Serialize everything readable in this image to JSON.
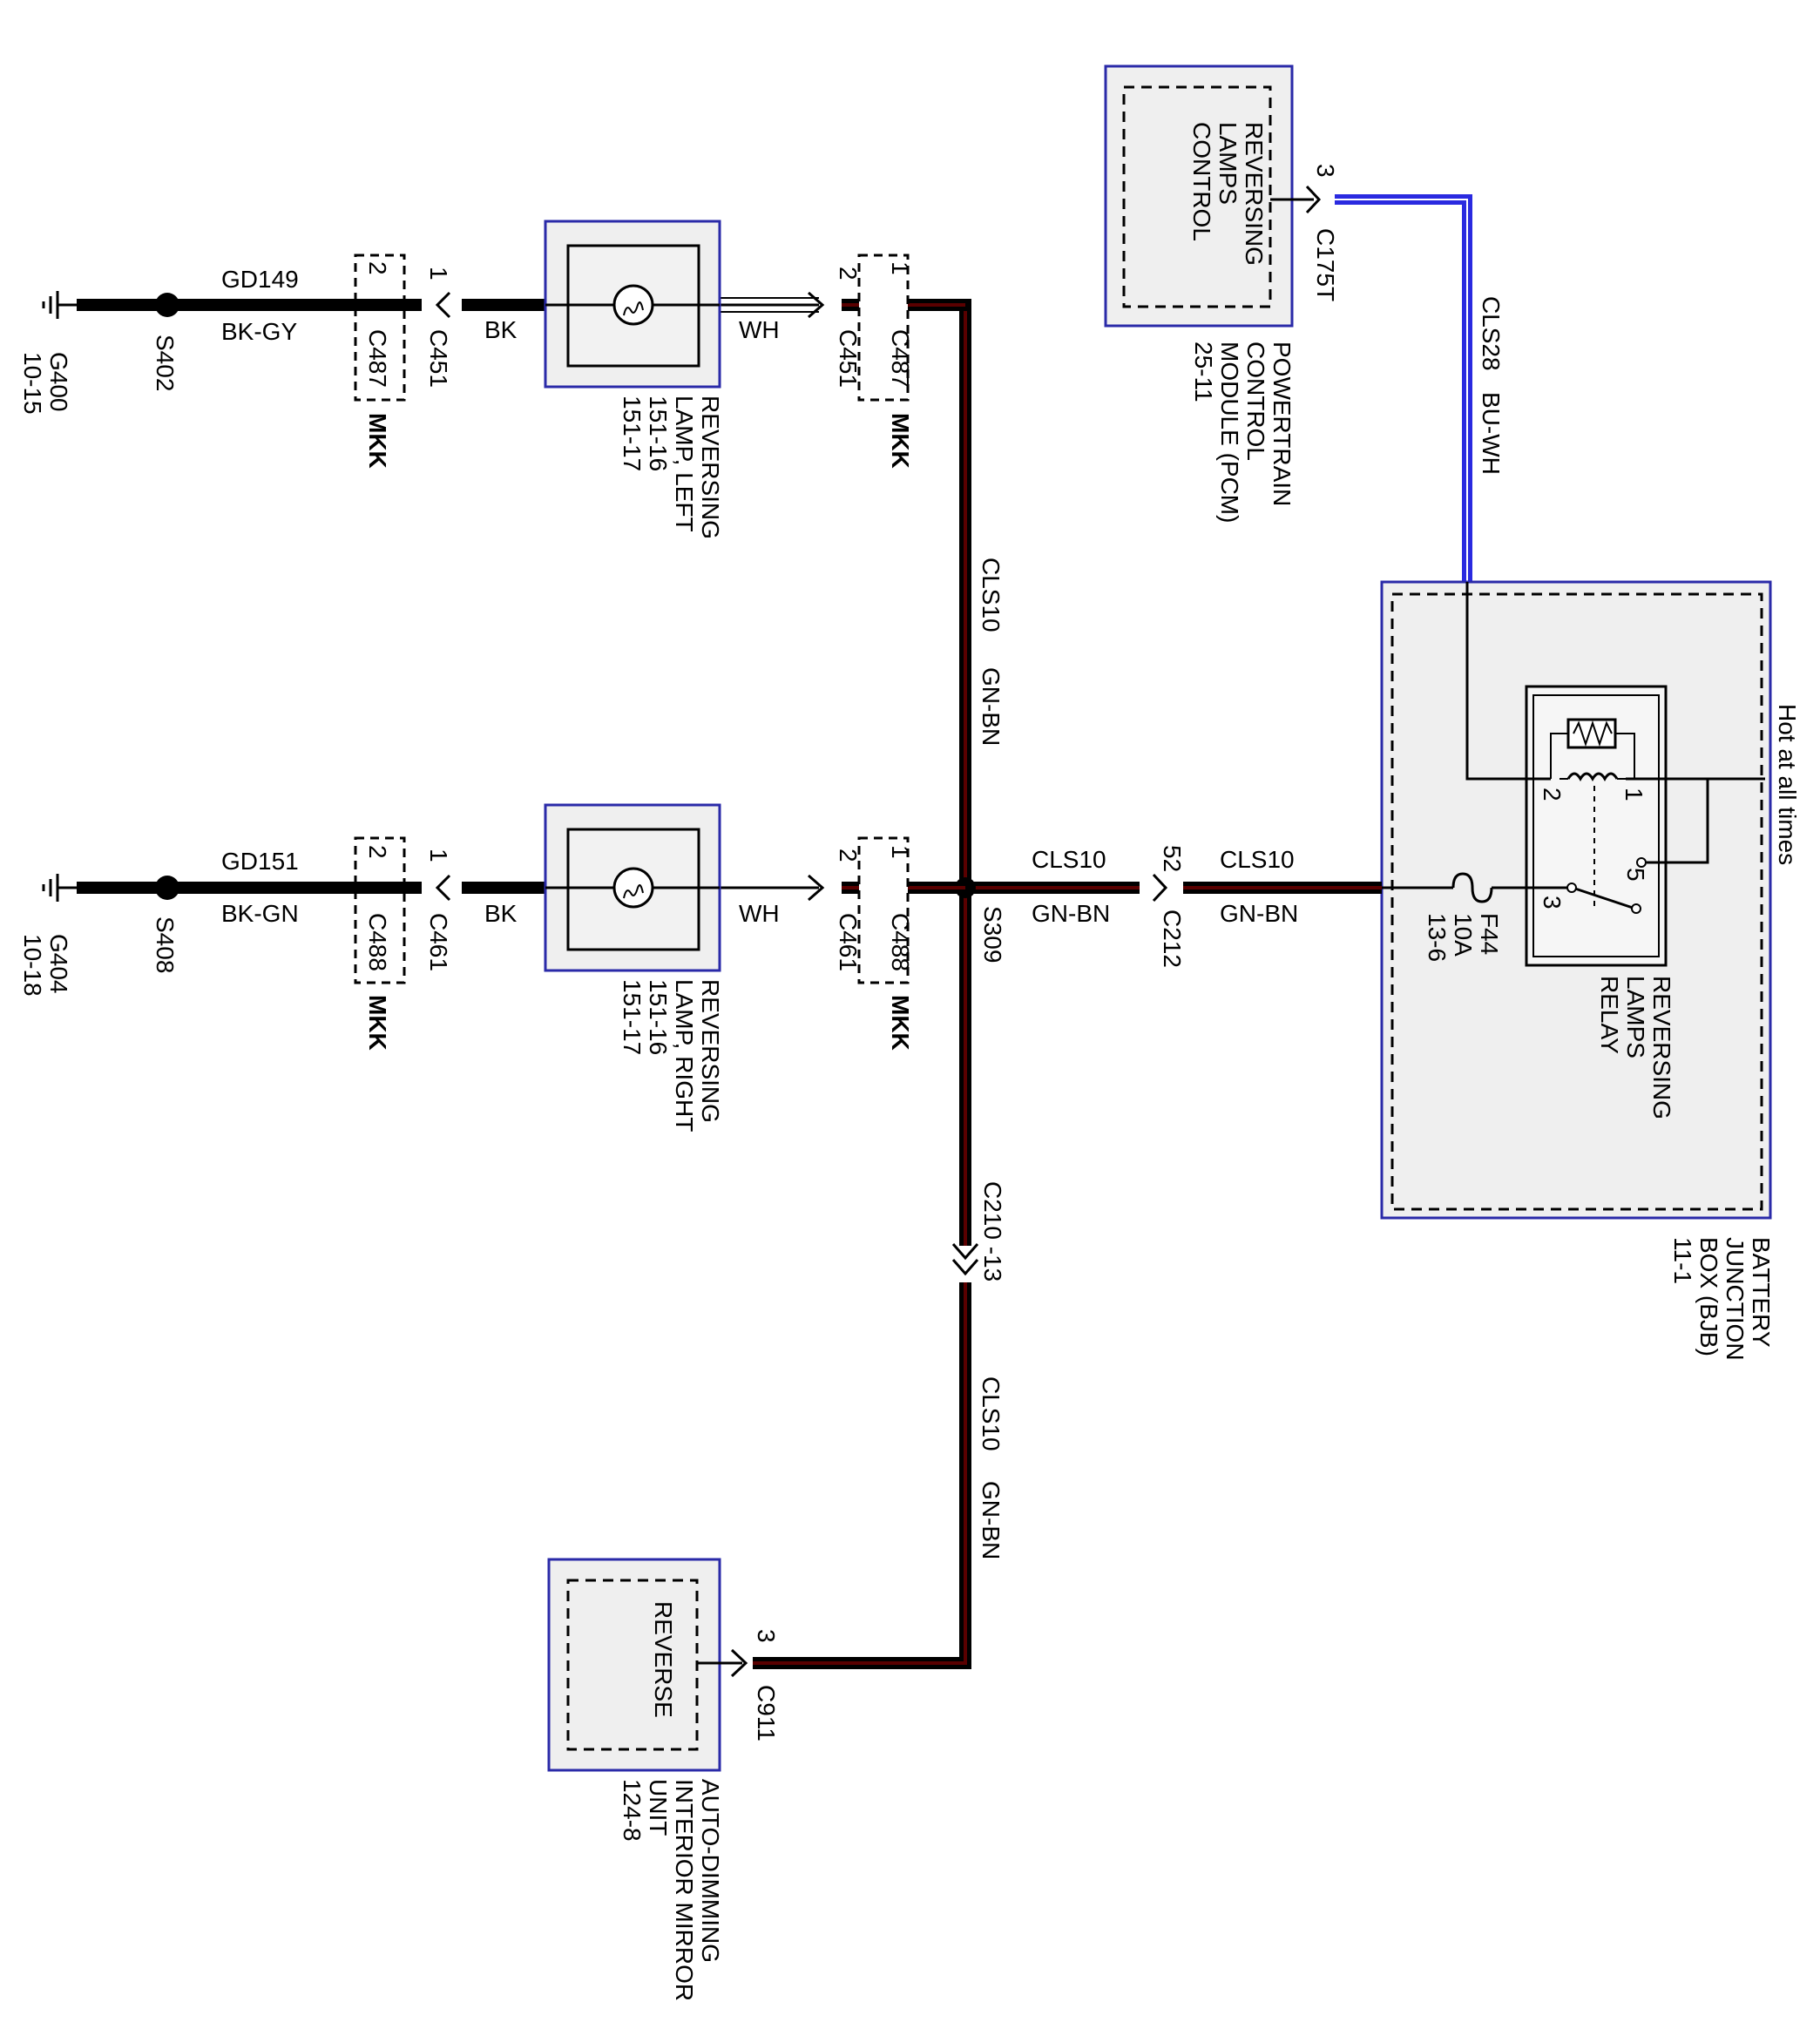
{
  "colors": {
    "blue_wire": "#2a2ae0",
    "component_border": "#2a2aa8",
    "component_fill": "#efefef",
    "wire_red_core": "#5a0000"
  },
  "pcm": {
    "title": [
      "REVERSING",
      "LAMPS",
      "CONTROL"
    ],
    "label": [
      "POWERTRAIN",
      "CONTROL",
      "MODULE (PCM)",
      "25-11"
    ],
    "pin": "3",
    "connector": "C175T"
  },
  "wire_cls28": {
    "circuit": "CLS28",
    "color": "BU-WH"
  },
  "bjb": {
    "label": [
      "BATTERY",
      "JUNCTION",
      "BOX (BJB)",
      "11-1"
    ],
    "hot_label": "Hot at all times",
    "relay_label": [
      "REVERSING",
      "LAMPS",
      "RELAY"
    ],
    "relay_pins": [
      "1",
      "2",
      "5",
      "3"
    ],
    "fuse": [
      "F44",
      "10A",
      "13-6"
    ]
  },
  "c212": {
    "pin": "52",
    "connector": "C212"
  },
  "wire_bjb_c212": {
    "circuit": "CLS10",
    "color": "GN-BN"
  },
  "wire_c212_s309": {
    "circuit": "CLS10",
    "color": "GN-BN"
  },
  "splice_s309": "S309",
  "wire_up": {
    "circuit": "CLS10",
    "color": "GN-BN"
  },
  "wire_down": {
    "circuit": "CLS10",
    "color": "GN-BN"
  },
  "c210": "C210 -13",
  "lamp_left": {
    "label": [
      "REVERSING",
      "LAMP, LEFT",
      "151-16",
      "151-17"
    ],
    "pin_in": "2",
    "conn_in": "C451",
    "conn_in_inline": "C487",
    "inline_pin_in": "1",
    "mkk_in": "MKK",
    "wire_in": "WH",
    "wire_out": "BK",
    "pin_out": "1",
    "conn_out": "C451",
    "inline_out": "C487",
    "inline_pin_out": "2",
    "mkk_out": "MKK",
    "ground_circuit": "GD149",
    "ground_color": "BK-GY",
    "splice": "S402",
    "ground": [
      "G400",
      "10-15"
    ]
  },
  "lamp_right": {
    "label": [
      "REVERSING",
      "LAMP, RIGHT",
      "151-16",
      "151-17"
    ],
    "pin_in": "2",
    "conn_in": "C461",
    "conn_in_inline": "C488",
    "inline_pin_in": "1",
    "mkk_in": "MKK",
    "wire_in": "WH",
    "wire_out": "BK",
    "pin_out": "1",
    "conn_out": "C461",
    "inline_out": "C488",
    "inline_pin_out": "2",
    "mkk_out": "MKK",
    "ground_circuit": "GD151",
    "ground_color": "BK-GN",
    "splice": "S408",
    "ground": [
      "G404",
      "10-18"
    ]
  },
  "mirror": {
    "title": "REVERSE",
    "pin": "3",
    "connector": "C911",
    "label": [
      "AUTO-DIMMING",
      "INTERIOR MIRROR",
      "UNIT",
      "124-8"
    ]
  }
}
